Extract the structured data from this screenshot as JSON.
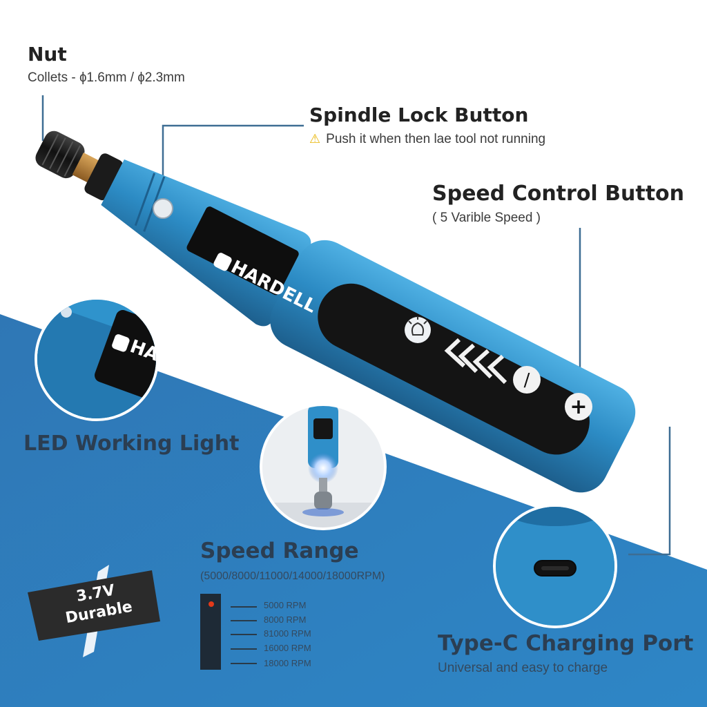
{
  "brand": "HARDELL",
  "colors": {
    "accent_blue": "#2e7fc0",
    "tool_blue": "#2f8fc9",
    "panel_black": "#161616",
    "led_red": "#e23a1a"
  },
  "callouts": {
    "nut": {
      "title": "Nut",
      "subtitle": "Collets - ɸ1.6mm / ɸ2.3mm"
    },
    "spindle_lock": {
      "title": "Spindle Lock Button",
      "warning_icon": "warning-triangle-icon",
      "subtitle": "Push it when then lae tool not running"
    },
    "speed_control": {
      "title": "Speed Control Button",
      "subtitle": "( 5 Varible Speed )"
    },
    "led_light": {
      "title": "LED Working Light"
    },
    "speed_range": {
      "title": "Speed Range",
      "subtitle": "(5000/8000/11000/14000/18000RPM)",
      "levels": [
        "5000 RPM",
        "8000 RPM",
        "81000 RPM",
        "16000 RPM",
        "18000 RPM"
      ]
    },
    "battery": {
      "line1": "3.7V",
      "line2": "Durable"
    },
    "type_c": {
      "title": "Type-C Charging Port",
      "subtitle": "Universal and easy to charge"
    }
  },
  "control_panel": {
    "icons": [
      "light-icon",
      "speed-chevrons-icon",
      "minus-button-icon",
      "plus-button-icon"
    ],
    "minus_label": "/",
    "plus_label": "+"
  }
}
